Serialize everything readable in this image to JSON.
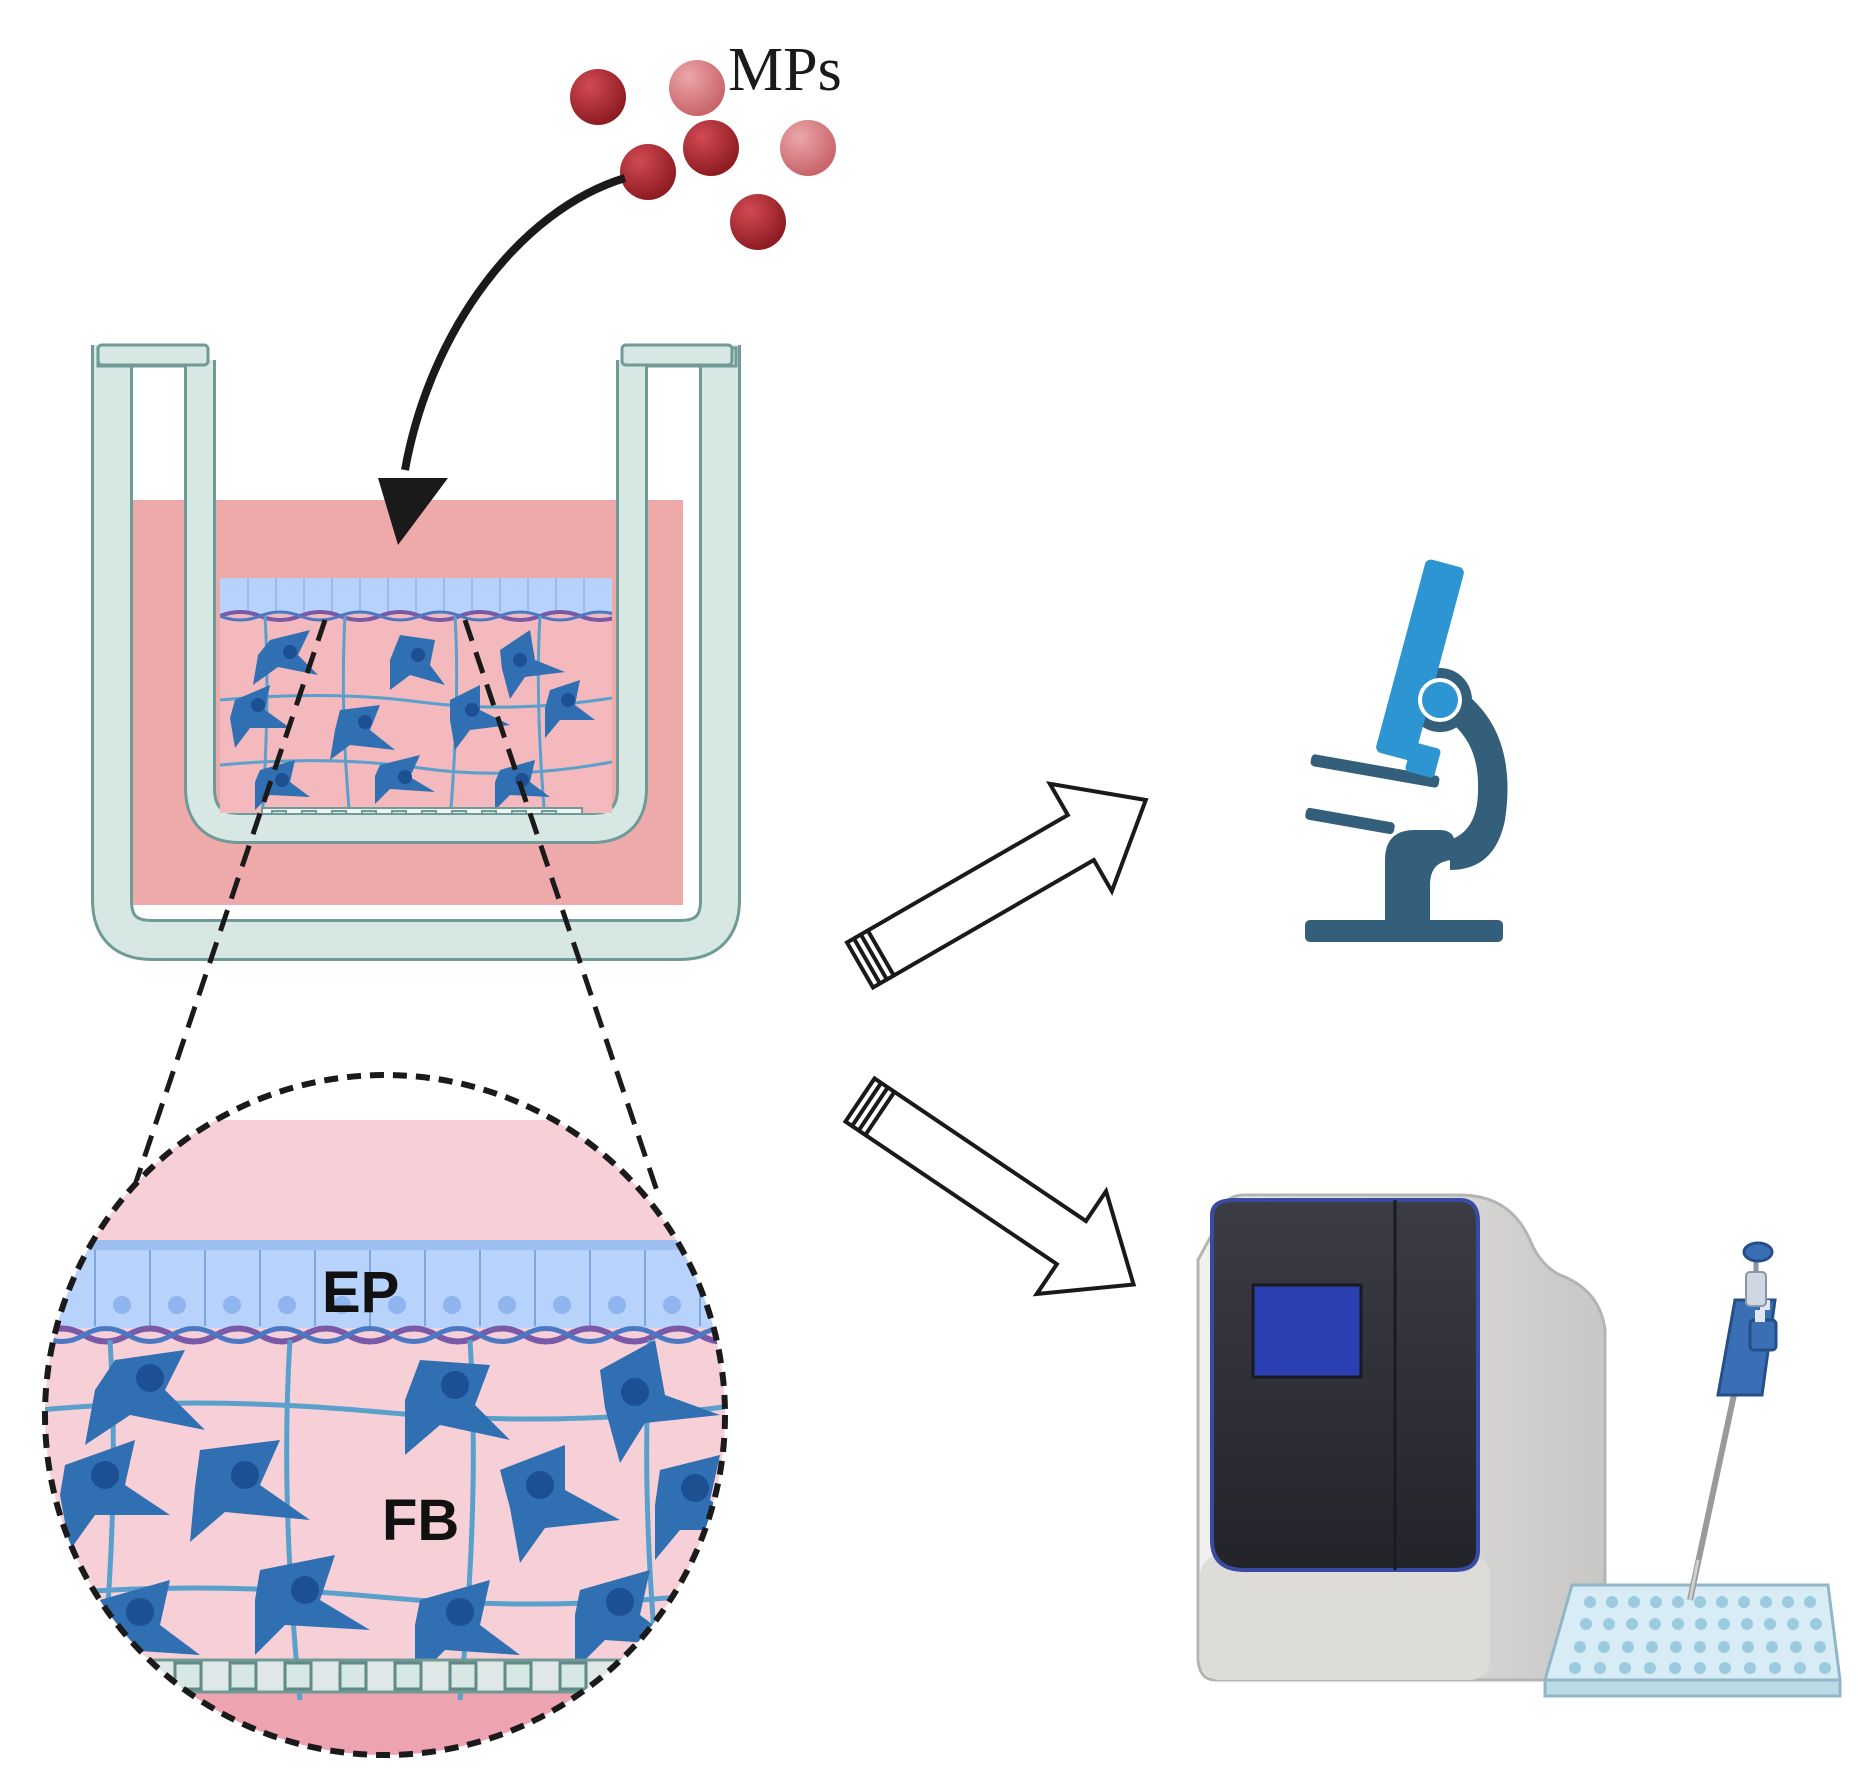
{
  "labels": {
    "microparticles": "MPs",
    "epithelium": "EP",
    "fibroblasts": "FB"
  },
  "colors": {
    "particle_dark": "#a4232b",
    "particle_light": "#d98085",
    "medium": "#eeaaaa",
    "insert_wall": "#d6e7e4",
    "insert_outline": "#6f9a95",
    "epithelium": "#b7d2fb",
    "cell_blue": "#2f6fb2",
    "nucleus": "#1d4f93",
    "fibre": "#5aa0cc",
    "zoom_bg": "#f7cfd6",
    "microscope_light": "#2e95d3",
    "microscope_dark": "#335f7a",
    "screen": "#2a3fb0"
  },
  "icons": {
    "microscope": "microscope-icon",
    "analyzer": "pcr-instrument-icon",
    "pipette": "pipette-icon",
    "plate": "well-plate-icon"
  }
}
